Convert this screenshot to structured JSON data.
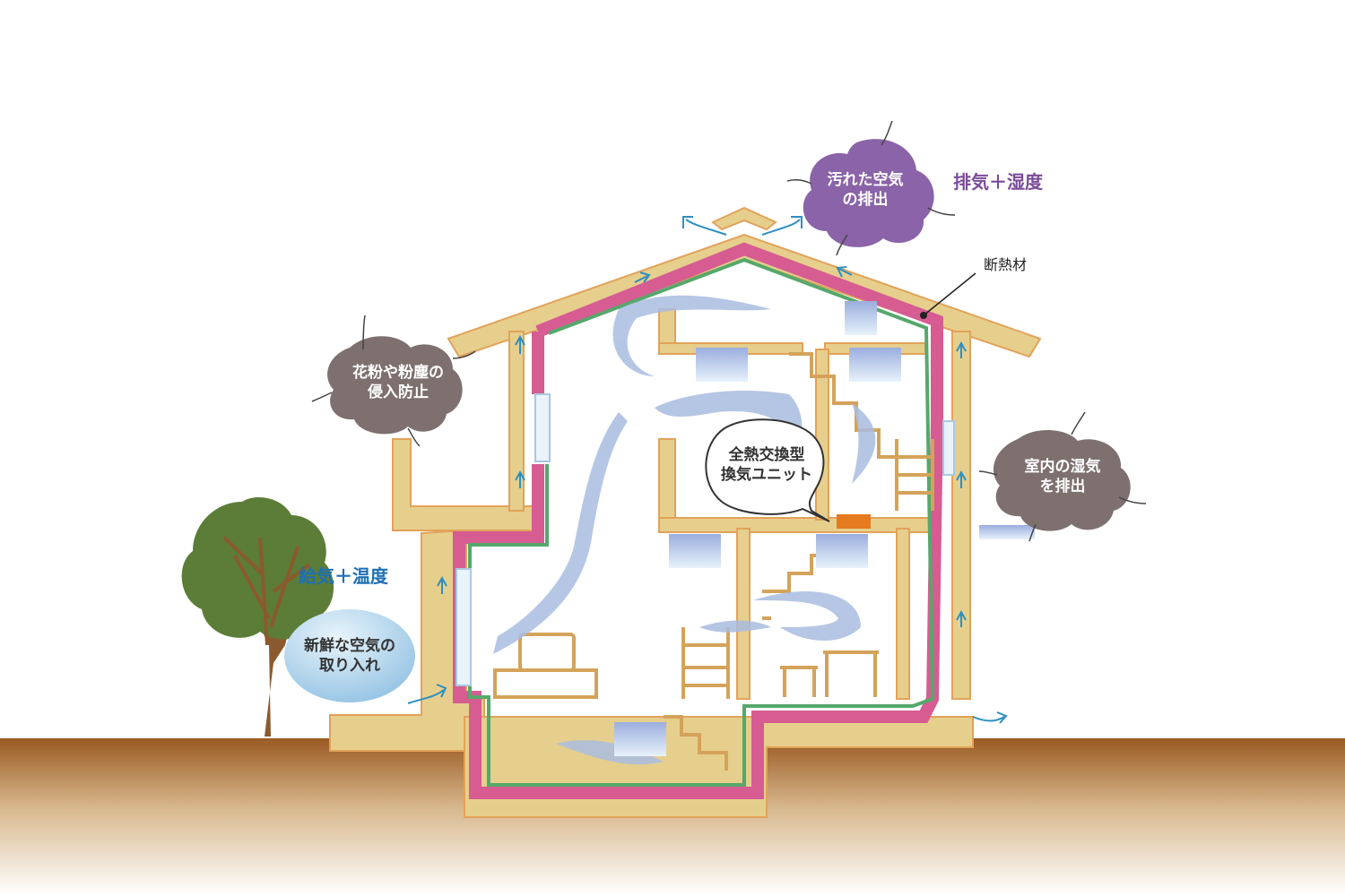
{
  "colors": {
    "wall": "#e6cf8c",
    "wall_edge": "#e2a25a",
    "insulation_pink": "#d65c92",
    "insulation_green": "#55a86a",
    "air": "#9fb5dc",
    "arrow": "#2f8fc0",
    "exhaust_cloud": "#8a63a8",
    "pollen_cloud": "#7d706e",
    "fresh_air": "#8fc0e2",
    "unit": "#e57a1e",
    "ground_top": "#9a5a22",
    "tree": "#5b7d37",
    "trunk": "#8a5a2e"
  },
  "labels": {
    "exhaust_cloud": {
      "line1": "汚れた空気",
      "line2": "の排出"
    },
    "exhaust_heading": "排気＋湿度",
    "insulation": "断熱材",
    "pollen_cloud": {
      "line1": "花粉や粉塵の",
      "line2": "侵入防止"
    },
    "humidity_cloud": {
      "line1": "室内の湿気",
      "line2": "を排出"
    },
    "unit_bubble": {
      "line1": "全熱交換型",
      "line2": "換気ユニット"
    },
    "supply_heading": "給気＋温度",
    "fresh_air": {
      "line1": "新鮮な空気の",
      "line2": "取り入れ"
    }
  }
}
